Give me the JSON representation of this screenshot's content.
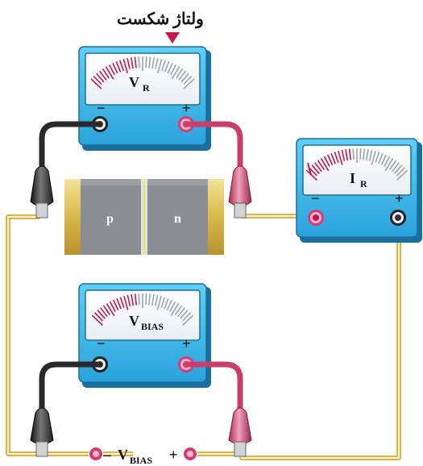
{
  "title": "ولتاژ شکست",
  "meters": {
    "vr": {
      "label_main": "V",
      "label_sub": "R"
    },
    "ir": {
      "label_main": "I",
      "label_sub": "R"
    },
    "vbias": {
      "label_main": "V",
      "label_sub": "BIAS"
    }
  },
  "meter_signs": {
    "minus": "−",
    "plus": "+"
  },
  "diode": {
    "p_label": "p",
    "n_label": "n"
  },
  "source": {
    "label_main": "V",
    "label_sub": "BIAS",
    "minus": "–",
    "plus": "+"
  },
  "colors": {
    "meter_body": "#3cb8e8",
    "meter_dark": "#1a6f9e",
    "wire": "#d9b44a",
    "probe_black": "#2a2a2a",
    "probe_red": "#c8406a",
    "marker": "#c0184f"
  }
}
